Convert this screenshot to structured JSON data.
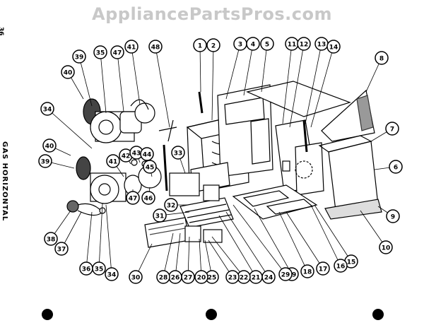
{
  "watermark": "AppliancePartsPros.com",
  "page_number": "36",
  "side_title": "GAS HORIZONTAL",
  "callouts": [
    {
      "id": "c1",
      "label": "1"
    },
    {
      "id": "c2",
      "label": "2"
    },
    {
      "id": "c3",
      "label": "3"
    },
    {
      "id": "c4",
      "label": "4"
    },
    {
      "id": "c5",
      "label": "5"
    },
    {
      "id": "c11",
      "label": "11"
    },
    {
      "id": "c12",
      "label": "12"
    },
    {
      "id": "c13",
      "label": "13"
    },
    {
      "id": "c14",
      "label": "14"
    },
    {
      "id": "c8",
      "label": "8"
    },
    {
      "id": "c7",
      "label": "7"
    },
    {
      "id": "c6",
      "label": "6"
    },
    {
      "id": "c9",
      "label": "9"
    },
    {
      "id": "c10",
      "label": "10"
    },
    {
      "id": "c15",
      "label": "15"
    },
    {
      "id": "c16",
      "label": "16"
    },
    {
      "id": "c17",
      "label": "17"
    },
    {
      "id": "c18",
      "label": "18"
    },
    {
      "id": "c19",
      "label": "19"
    },
    {
      "id": "c29a",
      "label": "29"
    },
    {
      "id": "c24",
      "label": "24"
    },
    {
      "id": "c21",
      "label": "21"
    },
    {
      "id": "c22",
      "label": "22"
    },
    {
      "id": "c23",
      "label": "23"
    },
    {
      "id": "c25",
      "label": "25"
    },
    {
      "id": "c20",
      "label": "20"
    },
    {
      "id": "c27",
      "label": "27"
    },
    {
      "id": "c26",
      "label": "26"
    },
    {
      "id": "c28",
      "label": "28"
    },
    {
      "id": "c30",
      "label": "30"
    },
    {
      "id": "c31",
      "label": "31"
    },
    {
      "id": "c32",
      "label": "32"
    },
    {
      "id": "c33",
      "label": "33"
    },
    {
      "id": "c34a",
      "label": "34"
    },
    {
      "id": "c35a",
      "label": "35"
    },
    {
      "id": "c36",
      "label": "36"
    },
    {
      "id": "c37",
      "label": "37"
    },
    {
      "id": "c38",
      "label": "38"
    },
    {
      "id": "c39a",
      "label": "39"
    },
    {
      "id": "c40a",
      "label": "40"
    },
    {
      "id": "c41a",
      "label": "41"
    },
    {
      "id": "c42",
      "label": "42"
    },
    {
      "id": "c43",
      "label": "43"
    },
    {
      "id": "c44",
      "label": "44"
    },
    {
      "id": "c45",
      "label": "45"
    },
    {
      "id": "c46",
      "label": "46"
    },
    {
      "id": "c47a",
      "label": "47"
    },
    {
      "id": "c39b",
      "label": "39"
    },
    {
      "id": "c35b",
      "label": "35"
    },
    {
      "id": "c47b",
      "label": "47"
    },
    {
      "id": "c41b",
      "label": "41"
    },
    {
      "id": "c48",
      "label": "48"
    },
    {
      "id": "c40b",
      "label": "40"
    },
    {
      "id": "c34b",
      "label": "34"
    }
  ]
}
